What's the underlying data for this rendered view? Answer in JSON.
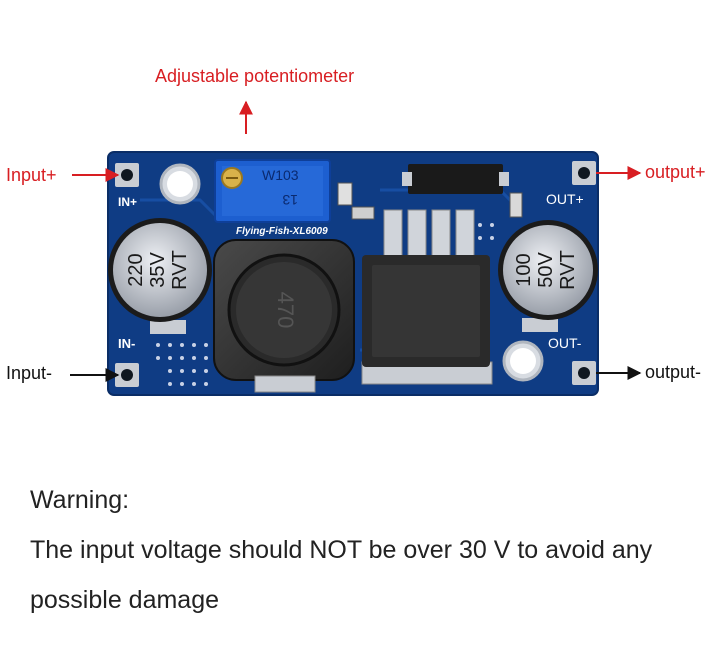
{
  "labels": {
    "pot": "Adjustable potentiometer",
    "input_plus": "Input+",
    "input_minus": "Input-",
    "output_plus": "output+",
    "output_minus": "output-"
  },
  "board": {
    "in_plus": "IN+",
    "in_minus": "IN-",
    "out_plus": "OUT+",
    "out_minus": "OUT-",
    "pot_code": "W103",
    "pot_sub": "13",
    "brand": "Flying-Fish-XL6009",
    "inductor": "470",
    "cap_left": [
      "220",
      "35V",
      "RVT"
    ],
    "cap_right": [
      "100",
      "50V",
      "RVT"
    ]
  },
  "warning": {
    "title": "Warning:",
    "line1": "The input voltage should NOT be over 30 V to avoid any",
    "line2": "possible damage"
  },
  "colors": {
    "annotation": "#d81e22",
    "pcb": "#0f3c84",
    "trace": "#1b55b0"
  }
}
